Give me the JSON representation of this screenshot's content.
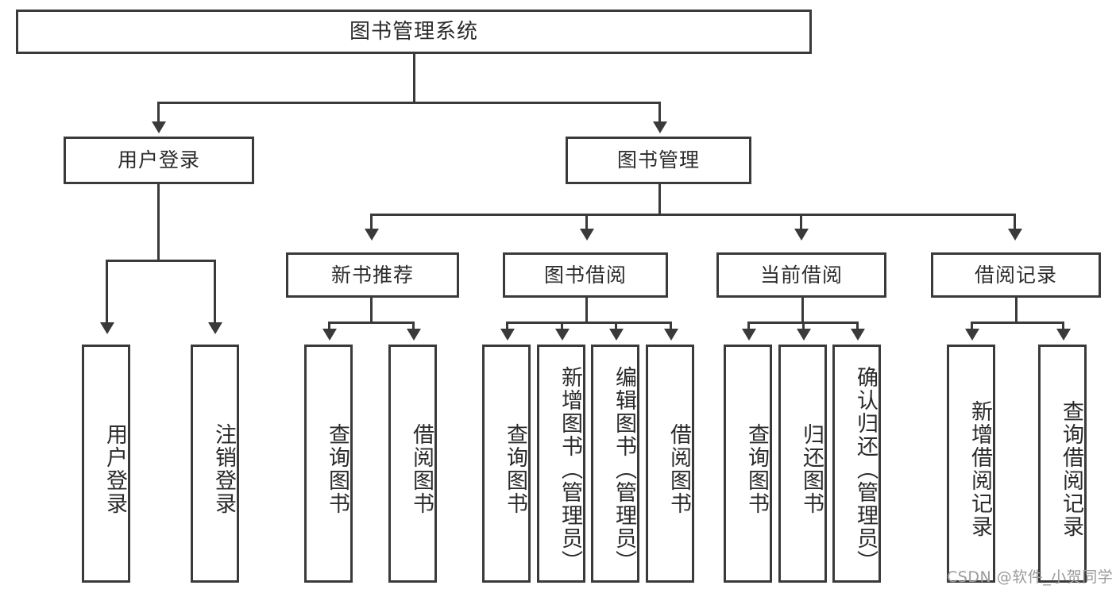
{
  "diagram": {
    "title": "图书管理系统",
    "watermark": "CSDN @软件_小贺同学",
    "accent_color": "#3a3a3a",
    "text_color": "#2b2b2b",
    "background_color": "#ffffff",
    "level2": [
      {
        "label": "用户登录"
      },
      {
        "label": "图书管理"
      }
    ],
    "level3": [
      {
        "label": "新书推荐"
      },
      {
        "label": "图书借阅"
      },
      {
        "label": "当前借阅"
      },
      {
        "label": "借阅记录"
      }
    ],
    "leaves": {
      "user_login": [
        {
          "label": "用户登录"
        },
        {
          "label": "注销登录"
        }
      ],
      "new_book_recommend": [
        {
          "label": "查询图书"
        },
        {
          "label": "借阅图书"
        }
      ],
      "book_borrow": [
        {
          "label": "查询图书"
        },
        {
          "label": "新增图书（管理员）"
        },
        {
          "label": "编辑图书（管理员）"
        },
        {
          "label": "借阅图书"
        }
      ],
      "current_borrow": [
        {
          "label": "查询图书"
        },
        {
          "label": "归还图书"
        },
        {
          "label": "确认归还（管理员）"
        }
      ],
      "borrow_record": [
        {
          "label": "新增借阅记录"
        },
        {
          "label": "查询借阅记录"
        }
      ]
    }
  },
  "chart_data": {
    "type": "diagram",
    "title": "图书管理系统",
    "structure": "tree",
    "nodes": [
      {
        "id": "root",
        "label": "图书管理系统",
        "level": 1,
        "parent": null
      },
      {
        "id": "login",
        "label": "用户登录",
        "level": 2,
        "parent": "root"
      },
      {
        "id": "bookmgmt",
        "label": "图书管理",
        "level": 2,
        "parent": "root"
      },
      {
        "id": "login-a",
        "label": "用户登录",
        "level": 3,
        "parent": "login"
      },
      {
        "id": "login-b",
        "label": "注销登录",
        "level": 3,
        "parent": "login"
      },
      {
        "id": "newbook",
        "label": "新书推荐",
        "level": 3,
        "parent": "bookmgmt"
      },
      {
        "id": "borrow",
        "label": "图书借阅",
        "level": 3,
        "parent": "bookmgmt"
      },
      {
        "id": "current",
        "label": "当前借阅",
        "level": 3,
        "parent": "bookmgmt"
      },
      {
        "id": "record",
        "label": "借阅记录",
        "level": 3,
        "parent": "bookmgmt"
      },
      {
        "id": "newbook-a",
        "label": "查询图书",
        "level": 4,
        "parent": "newbook"
      },
      {
        "id": "newbook-b",
        "label": "借阅图书",
        "level": 4,
        "parent": "newbook"
      },
      {
        "id": "borrow-a",
        "label": "查询图书",
        "level": 4,
        "parent": "borrow"
      },
      {
        "id": "borrow-b",
        "label": "新增图书（管理员）",
        "level": 4,
        "parent": "borrow"
      },
      {
        "id": "borrow-c",
        "label": "编辑图书（管理员）",
        "level": 4,
        "parent": "borrow"
      },
      {
        "id": "borrow-d",
        "label": "借阅图书",
        "level": 4,
        "parent": "borrow"
      },
      {
        "id": "current-a",
        "label": "查询图书",
        "level": 4,
        "parent": "current"
      },
      {
        "id": "current-b",
        "label": "归还图书",
        "level": 4,
        "parent": "current"
      },
      {
        "id": "current-c",
        "label": "确认归还（管理员）",
        "level": 4,
        "parent": "current"
      },
      {
        "id": "record-a",
        "label": "新增借阅记录",
        "level": 4,
        "parent": "record"
      },
      {
        "id": "record-b",
        "label": "查询借阅记录",
        "level": 4,
        "parent": "record"
      }
    ]
  }
}
